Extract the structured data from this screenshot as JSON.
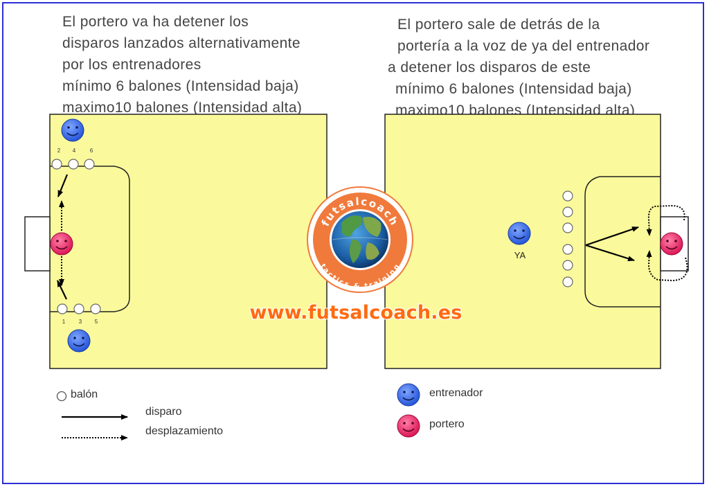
{
  "caption_left": [
    "El portero va ha detener los",
    "disparos lanzados alternativamente",
    "por los entrenadores",
    "mínimo 6 balones (Intensidad baja)",
    "maximo10 balones (Intensidad alta)"
  ],
  "caption_right": [
    "El portero sale de detrás de la",
    "portería a la voz de ya del entrenador",
    "a detener los disparos de este",
    "mínimo 6 balones (Intensidad baja)",
    "maximo10 balones (Intensidad alta)"
  ],
  "left_field": {
    "top_ball_numbers": [
      "2",
      "4",
      "6"
    ],
    "bottom_ball_numbers": [
      "1",
      "3",
      "5"
    ]
  },
  "right_field": {
    "coach_call": "YA"
  },
  "logo": {
    "ring_top": "futsalcoach",
    "ring_bottom": "tactics & training"
  },
  "website": "www.futsalcoach.es",
  "legend": {
    "ball": "balón",
    "shot": "disparo",
    "movement": "desplazamiento",
    "coach": "entrenador",
    "goalkeeper": "portero"
  },
  "colors": {
    "field": "#fafa9c",
    "coach": "#2f63e6",
    "goalkeeper": "#e8175d",
    "accent": "#ff6a12",
    "frame": "#2a2fd4"
  }
}
